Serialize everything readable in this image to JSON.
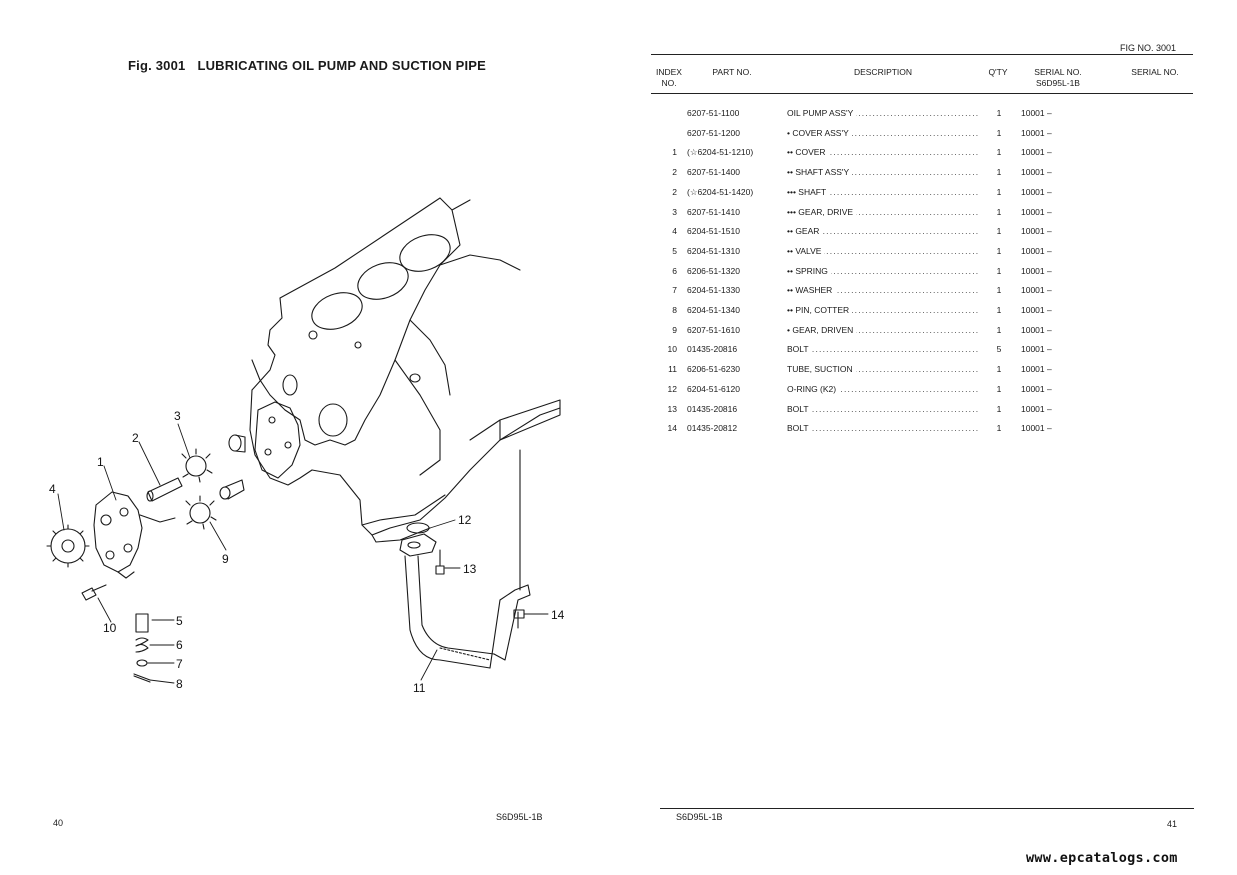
{
  "figure": {
    "number": "Fig. 3001",
    "title": "LUBRICATING OIL PUMP AND SUCTION PIPE",
    "fig_no": "FIG NO. 3001"
  },
  "table": {
    "headers": {
      "index": [
        "INDEX",
        "NO."
      ],
      "part_no": "PART NO.",
      "description": "DESCRIPTION",
      "qty": "Q'TY",
      "serial": [
        "SERIAL NO.",
        "S6D95L-1B"
      ],
      "serial2": "SERIAL NO."
    },
    "rows": [
      {
        "index": "",
        "part_no": "6207-51-1100",
        "description": "OIL PUMP ASS'Y",
        "qty": "1",
        "serial": "10001 –"
      },
      {
        "index": "",
        "part_no": "6207-51-1200",
        "description": "• COVER ASS'Y",
        "qty": "1",
        "serial": "10001 –"
      },
      {
        "index": "1",
        "part_no": "(☆6204-51-1210)",
        "description": "•• COVER",
        "qty": "1",
        "serial": "10001 –"
      },
      {
        "index": "2",
        "part_no": "6207-51-1400",
        "description": "•• SHAFT ASS'Y",
        "qty": "1",
        "serial": "10001 –"
      },
      {
        "index": "2",
        "part_no": "(☆6204-51-1420)",
        "description": "••• SHAFT",
        "qty": "1",
        "serial": "10001 –"
      },
      {
        "index": "3",
        "part_no": "6207-51-1410",
        "description": "••• GEAR, DRIVE",
        "qty": "1",
        "serial": "10001 –"
      },
      {
        "index": "4",
        "part_no": "6204-51-1510",
        "description": "•• GEAR",
        "qty": "1",
        "serial": "10001 –"
      },
      {
        "index": "5",
        "part_no": "6204-51-1310",
        "description": "•• VALVE",
        "qty": "1",
        "serial": "10001 –"
      },
      {
        "index": "6",
        "part_no": "6206-51-1320",
        "description": "•• SPRING",
        "qty": "1",
        "serial": "10001 –"
      },
      {
        "index": "7",
        "part_no": "6204-51-1330",
        "description": "•• WASHER",
        "qty": "1",
        "serial": "10001 –"
      },
      {
        "index": "8",
        "part_no": "6204-51-1340",
        "description": "•• PIN, COTTER",
        "qty": "1",
        "serial": "10001 –"
      },
      {
        "index": "9",
        "part_no": "6207-51-1610",
        "description": "• GEAR, DRIVEN",
        "qty": "1",
        "serial": "10001 –"
      },
      {
        "index": "10",
        "part_no": "01435-20816",
        "description": "BOLT",
        "qty": "5",
        "serial": "10001 –"
      },
      {
        "index": "11",
        "part_no": "6206-51-6230",
        "description": "TUBE, SUCTION",
        "qty": "1",
        "serial": "10001 –"
      },
      {
        "index": "12",
        "part_no": "6204-51-6120",
        "description": "O-RING (K2)",
        "qty": "1",
        "serial": "10001 –"
      },
      {
        "index": "13",
        "part_no": "01435-20816",
        "description": "BOLT",
        "qty": "1",
        "serial": "10001 –"
      },
      {
        "index": "14",
        "part_no": "01435-20812",
        "description": "BOLT",
        "qty": "1",
        "serial": "10001 –"
      }
    ]
  },
  "diagram": {
    "callouts": [
      "1",
      "2",
      "3",
      "4",
      "5",
      "6",
      "7",
      "8",
      "9",
      "10",
      "11",
      "12",
      "13",
      "14"
    ]
  },
  "footer": {
    "page_left": "40",
    "model_left": "S6D95L-1B",
    "model_right": "S6D95L-1B",
    "page_right": "41",
    "watermark": "www.epcatalogs.com"
  }
}
